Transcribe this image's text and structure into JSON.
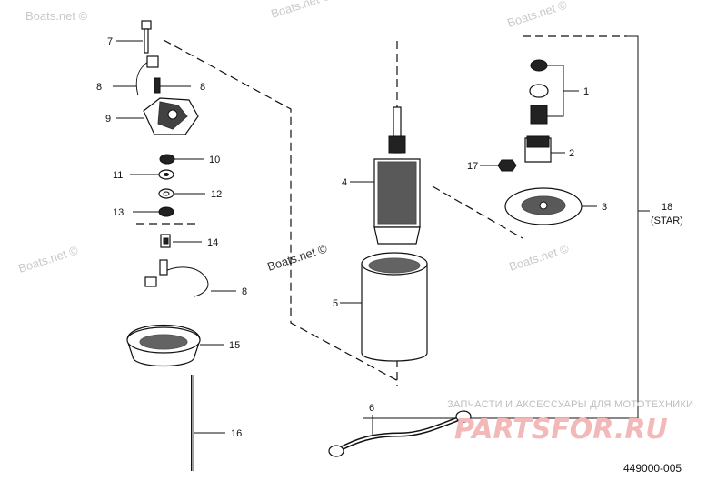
{
  "watermarks": {
    "top_left": "Boats.net ©",
    "top_center": "Boats.net ©",
    "top_right": "Boats.net ©",
    "mid_left": "Boats.net ©",
    "center": "Boats.net ©",
    "mid_right": "Boats.net ©"
  },
  "promo": {
    "text": "ЗАПЧАСТИ И АКСЕССУАРЫ ДЛЯ МОТОТЕХНИКИ",
    "logo": "PARTSFOR.RU",
    "logo_color": "#f3b9b9"
  },
  "diagram_code": "449000-005",
  "callouts": {
    "c1": "1",
    "c2": "2",
    "c3": "3",
    "c4": "4",
    "c5": "5",
    "c6": "6",
    "c7": "7",
    "c8a": "8",
    "c8b": "8",
    "c8c": "8",
    "c9": "9",
    "c10": "10",
    "c11": "11",
    "c12": "12",
    "c13": "13",
    "c14": "14",
    "c15": "15",
    "c16": "16",
    "c17": "17",
    "c18": "18",
    "c18_note": "(STAR)"
  }
}
